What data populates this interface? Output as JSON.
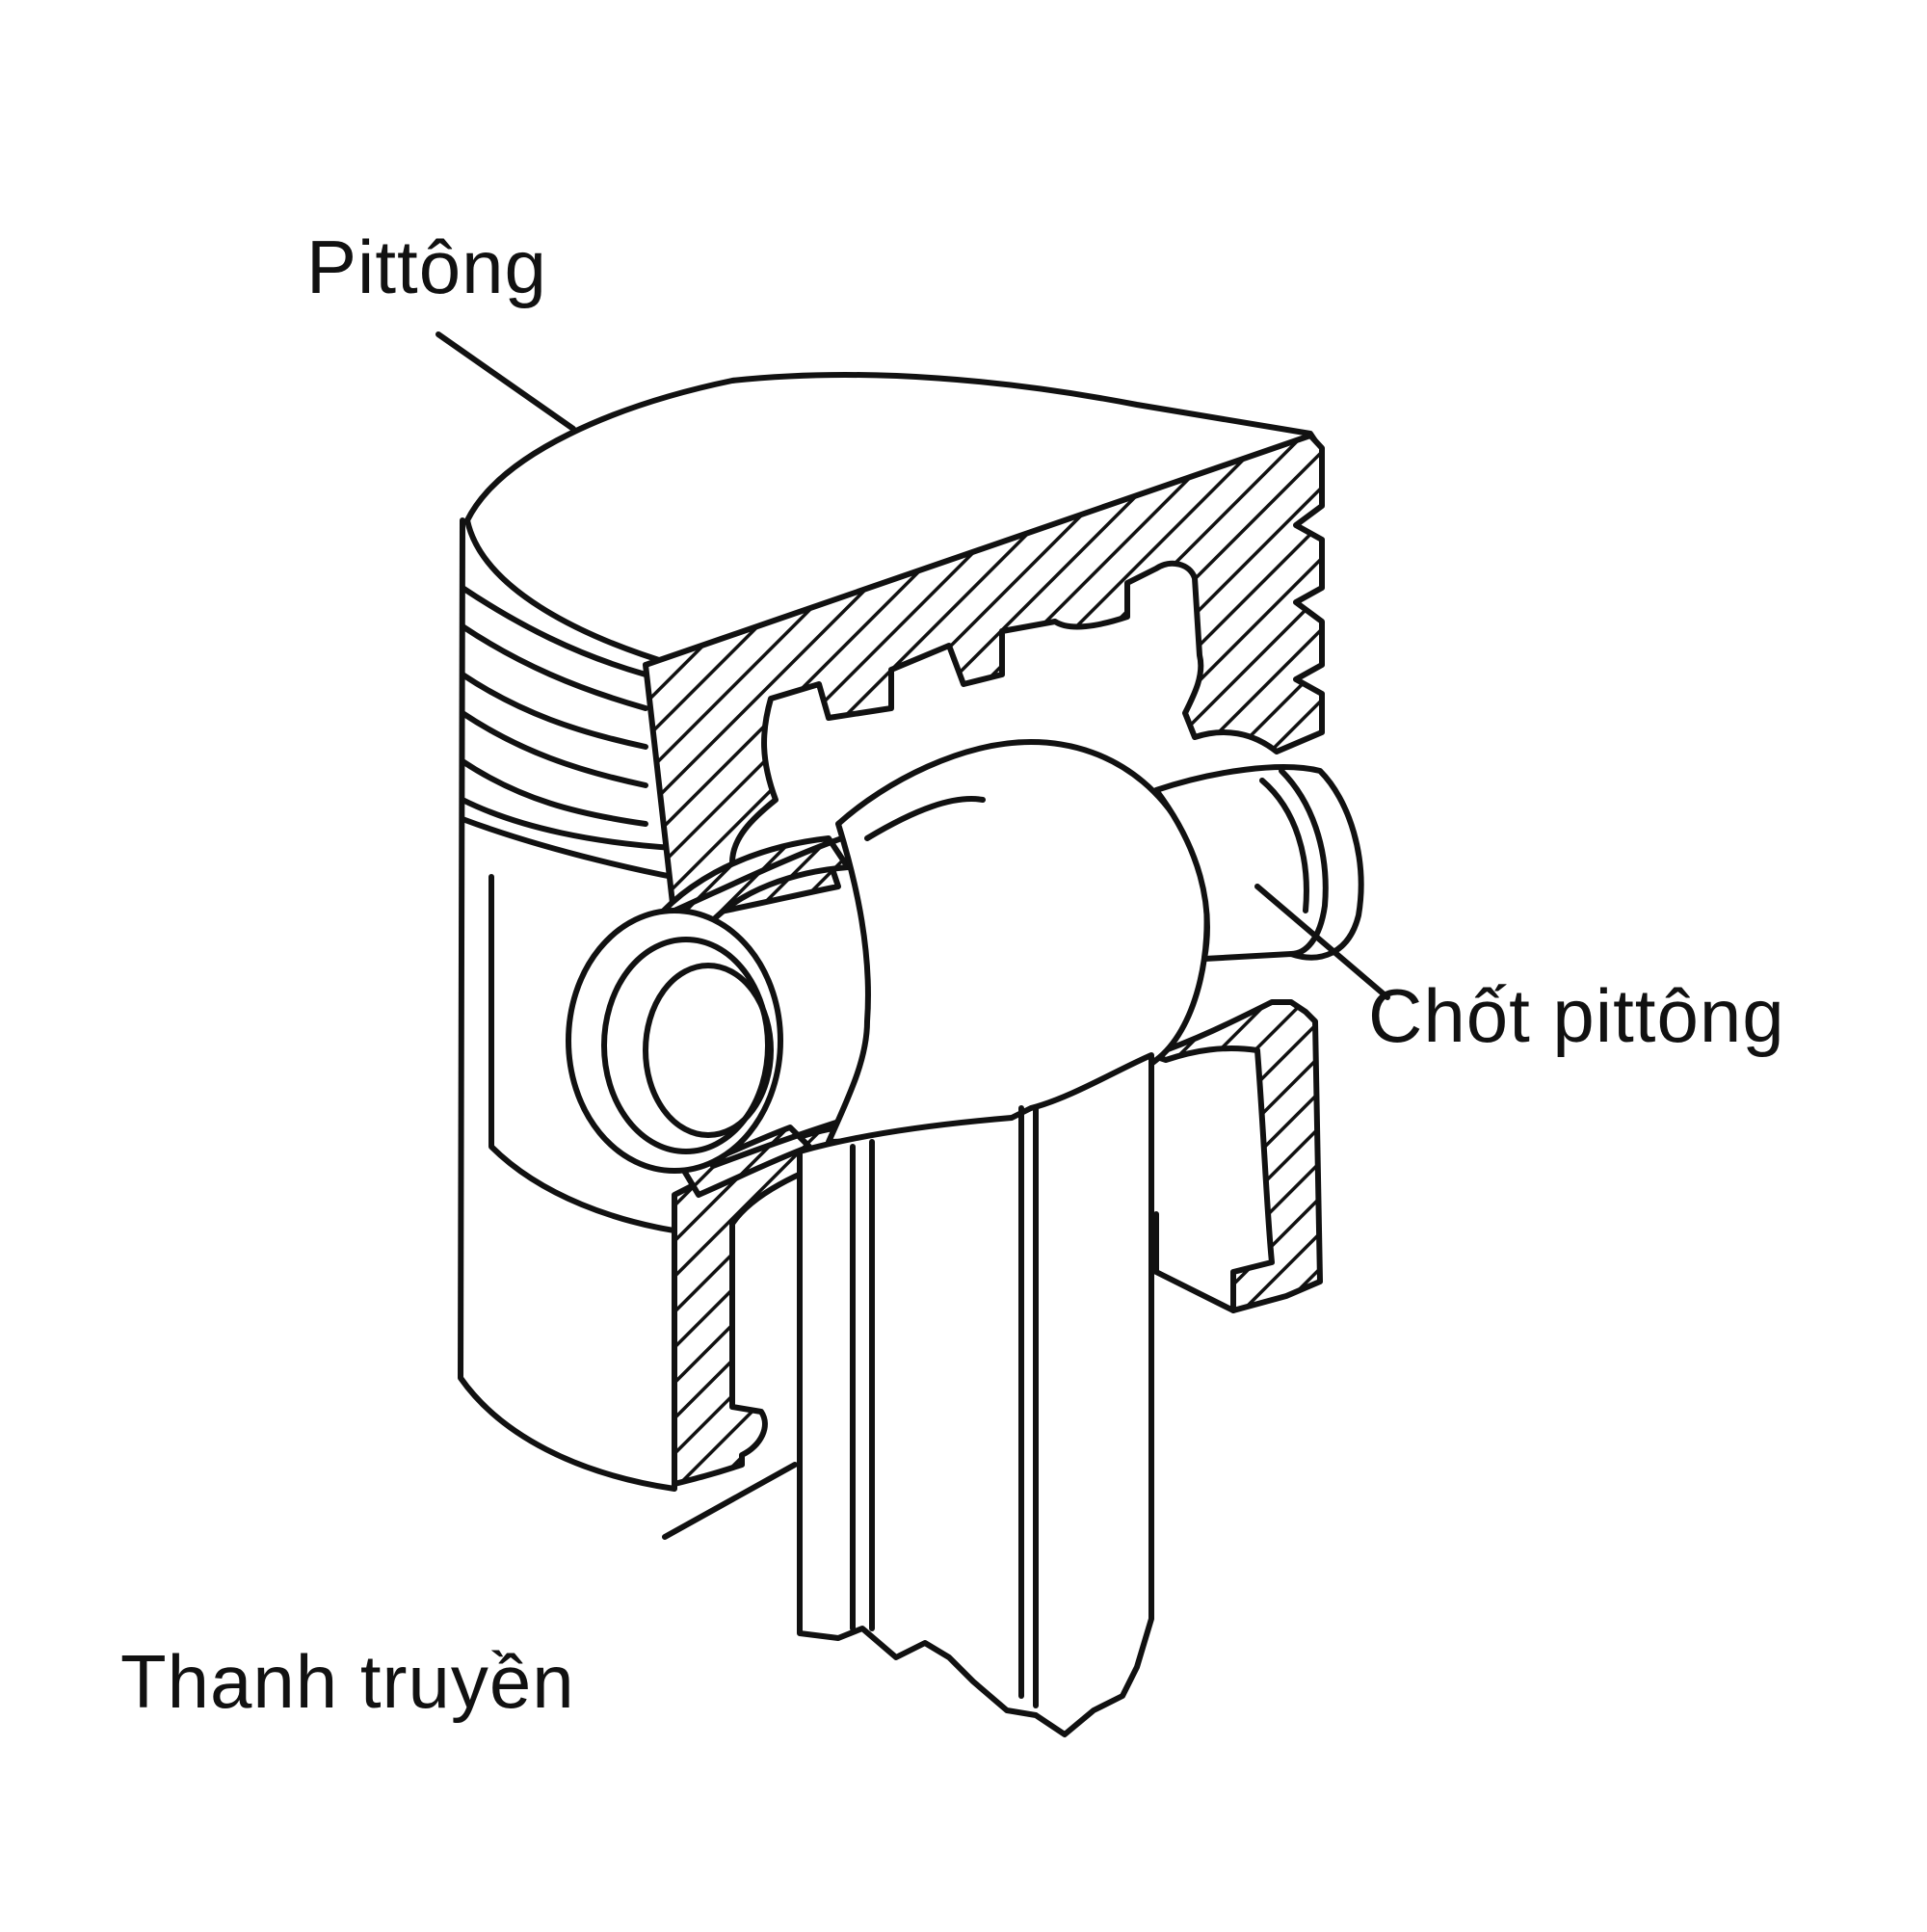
{
  "labels": {
    "piston": "Pittông",
    "piston_pin": "Chốt pittông",
    "connecting_rod": "Thanh truyền"
  },
  "colors": {
    "line": "#111111",
    "background": "#ffffff"
  }
}
